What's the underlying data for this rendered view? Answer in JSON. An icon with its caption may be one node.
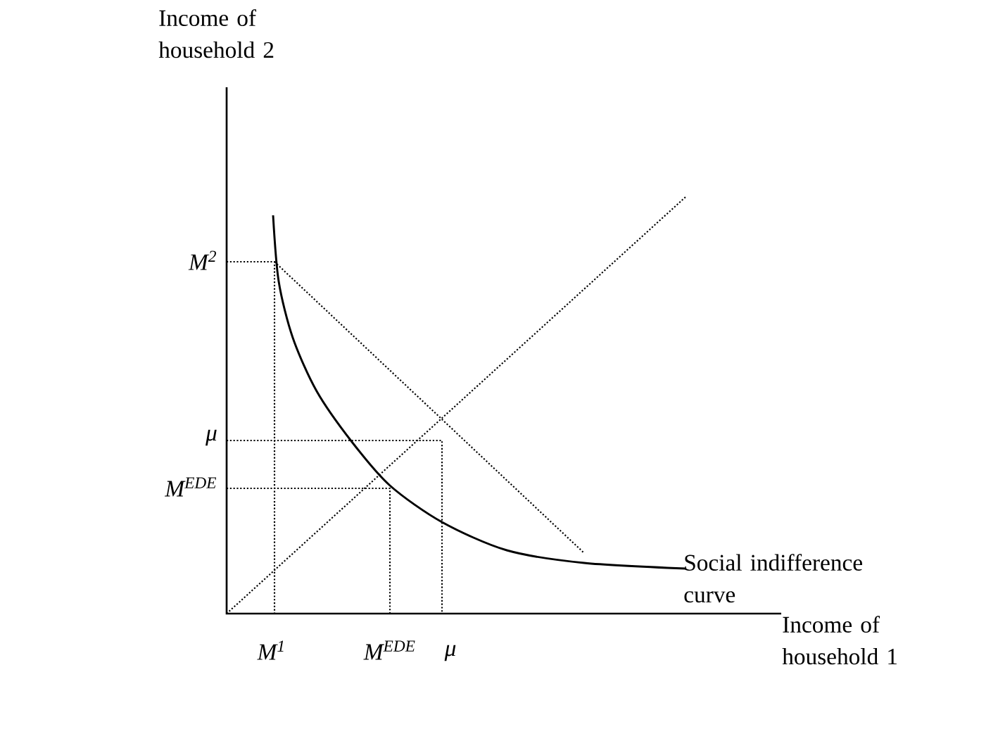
{
  "diagram": {
    "labels": [
      "Income of household 2",
      "M$^{2}$",
      "μ",
      "M$^{EDE}$",
      "Social indifference curve",
      "M$^{1}$",
      "M$^{EDE}$",
      "μ",
      "Income of household 1"
    ]
  }
}
